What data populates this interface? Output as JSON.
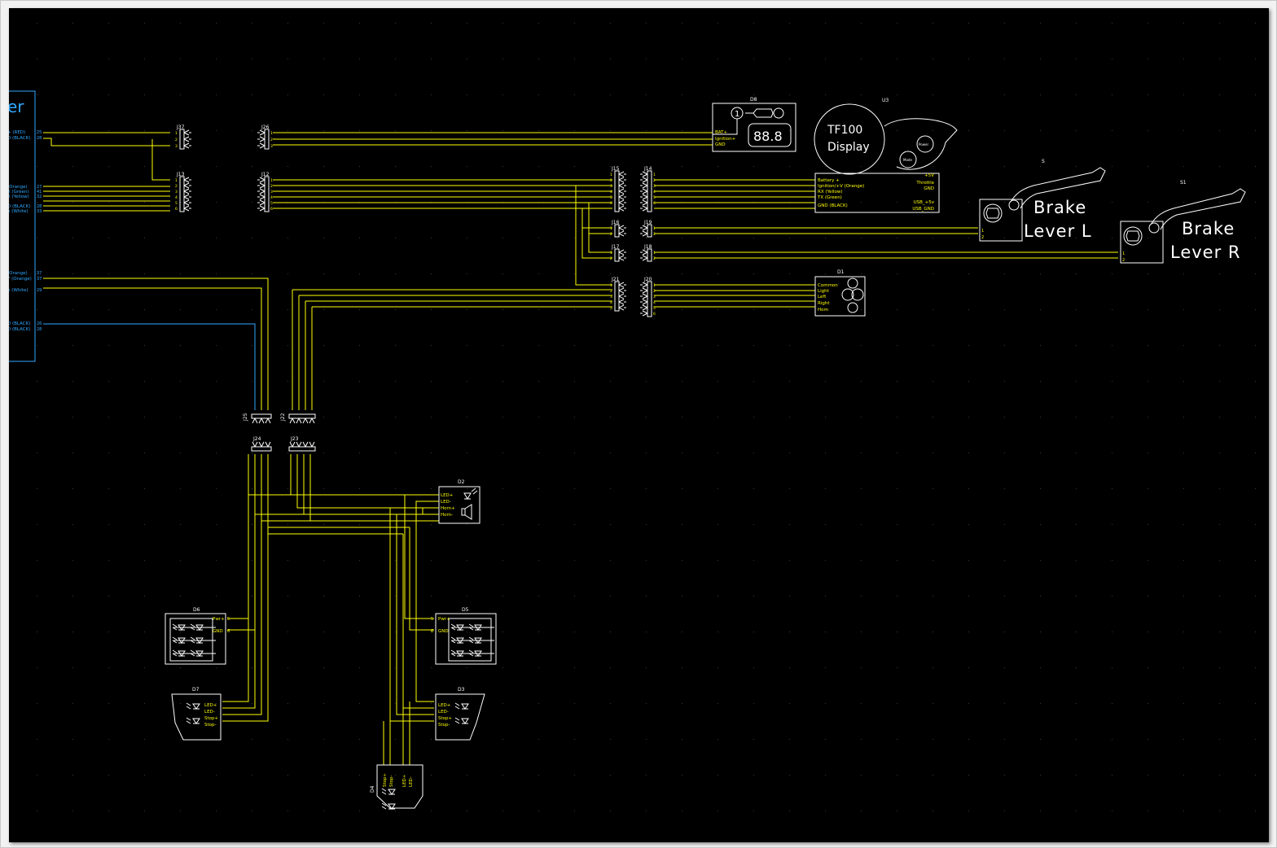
{
  "colors": {
    "background": "#000000",
    "wire": "#ffff00",
    "outline": "#ffffff",
    "controller": "#2fa8ff",
    "grid_dot": "#3a3a3a"
  },
  "controller": {
    "title_fragment": "er",
    "pins_top": [
      {
        "label": "+ (RED)",
        "num": "25"
      },
      {
        "label": "D (BLACK)",
        "num": "28"
      }
    ],
    "pins_mid": [
      {
        "label": "(Orange)",
        "num": "27"
      },
      {
        "label": "X (Green)",
        "num": "41"
      },
      {
        "label": "X (Yellow)",
        "num": "32"
      },
      {
        "label": "D (BLACK)",
        "num": "28"
      },
      {
        "label": "n (White)",
        "num": "33"
      }
    ],
    "pins_low": [
      {
        "label": "(Orange)",
        "num": "37"
      },
      {
        "label": "Y (Orange)",
        "num": "37"
      },
      {
        "label": "n (White)",
        "num": "29"
      }
    ],
    "pins_gnd": [
      {
        "label": "D (BLACK)",
        "num": "26"
      },
      {
        "label": "D (BLACK)",
        "num": "28"
      }
    ]
  },
  "connectors": {
    "J37": "J37",
    "J13": "J13",
    "J26": "J26",
    "J12": "J12",
    "J15": "J15",
    "J14": "J14",
    "J16": "J16",
    "J19": "J19",
    "J17": "J17",
    "J18": "J18",
    "J21": "J21",
    "J20": "J20",
    "J25": "J25",
    "J22": "J22",
    "J24": "J24",
    "J23": "J23"
  },
  "pin_numbers": [
    "1",
    "2",
    "3",
    "4",
    "5",
    "6"
  ],
  "d8": {
    "ref": "D8",
    "pins": [
      "BAT+",
      "Ignition+",
      "GND"
    ],
    "digits": "88.8",
    "key_label": "1"
  },
  "u3": {
    "ref": "U3",
    "line1": "TF100",
    "line2": "Display",
    "button_power": "Power",
    "button_mode": "Mode"
  },
  "display_pins_left": [
    "Battery +",
    "Ignition/+V (Orange)",
    "RX (Yellow)",
    "TX (Green)",
    "GND (BLACK)"
  ],
  "display_pins_right": [
    "+5V",
    "Throttle",
    "GND",
    "USB_+5v",
    "USB_GND"
  ],
  "brake_l": {
    "ref": "S",
    "line1": "Brake",
    "line2": "Lever L"
  },
  "brake_r": {
    "ref": "S1",
    "line1": "Brake",
    "line2": "Lever R"
  },
  "d1": {
    "ref": "D1",
    "pins": [
      "Common",
      "Light",
      "Left",
      "Right",
      "Horn"
    ]
  },
  "d2": {
    "ref": "D2",
    "pins": [
      "LED+",
      "LED-",
      "Horn+",
      "Horn-"
    ]
  },
  "d6": {
    "ref": "D6",
    "pins": [
      "Pwr+",
      "GND"
    ]
  },
  "d5": {
    "ref": "D5",
    "pins": [
      "Pwr+",
      "GND"
    ]
  },
  "d7": {
    "ref": "D7",
    "pins": [
      "LED+",
      "LED-",
      "Stop+",
      "Stop-"
    ]
  },
  "d3": {
    "ref": "D3",
    "pins": [
      "LED+",
      "LED-",
      "Stop+",
      "Stop-"
    ]
  },
  "d4": {
    "ref": "D4",
    "pins": [
      "Stop+",
      "Stop-",
      "LED+",
      "LED-"
    ]
  }
}
